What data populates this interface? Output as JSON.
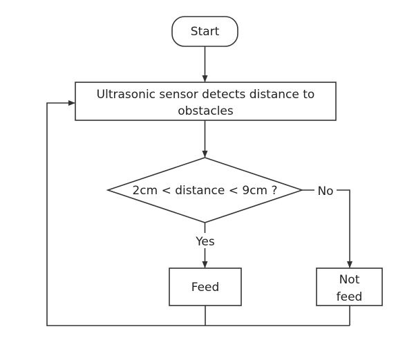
{
  "nodes": {
    "start": {
      "label": "Start"
    },
    "detect": {
      "line1": "Ultrasonic sensor detects distance to",
      "line2": "obstacles"
    },
    "decision": {
      "label": "2cm < distance < 9cm ?"
    },
    "feed": {
      "label": "Feed"
    },
    "not_feed": {
      "line1": "Not",
      "line2": "feed"
    }
  },
  "edges": {
    "yes_label": "Yes",
    "no_label": "No"
  },
  "colors": {
    "stroke": "#333333",
    "background": "#ffffff",
    "text": "#222222"
  }
}
